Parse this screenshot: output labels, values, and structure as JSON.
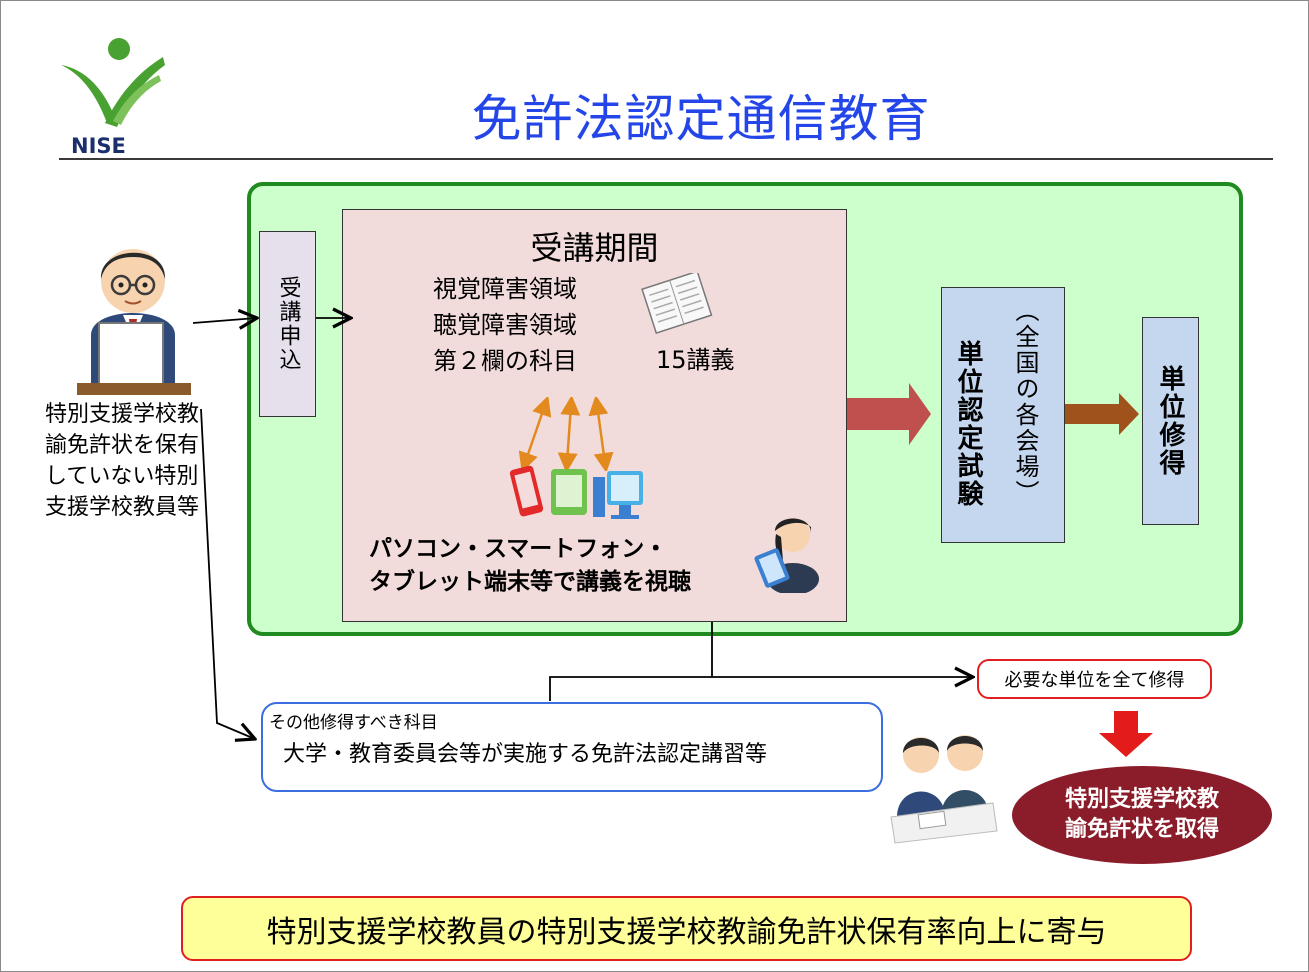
{
  "logo": {
    "text": "NISE"
  },
  "title": "免許法認定通信教育",
  "applicant_label": "特別支援学校教諭免許状を保有していない特別支援学校教員等",
  "apply_label": "受講申込",
  "period": {
    "title": "受講期間",
    "areas": [
      "視覚障害領域",
      "聴覚障害領域",
      "第２欄の科目"
    ],
    "lectures": "15講義",
    "watch_lines": [
      "パソコン・スマートフォン・",
      "タブレット端末等で講義を視聴"
    ]
  },
  "exam": {
    "label": "単位認定試験",
    "note": "（全国の各会場）"
  },
  "credit_label": "単位修得",
  "need_label": "必要な単位を全て修得",
  "other": {
    "heading": "その他修得すべき科目",
    "body": "大学・教育委員会等が実施する免許法認定講習等"
  },
  "license": {
    "line1": "特別支援学校教",
    "line2": "諭免許状を取得"
  },
  "bottom_message": "特別支援学校教員の特別支援学校教諭免許状保有率向上に寄与",
  "colors": {
    "title": "#2446e8",
    "panel": "#ccffcc",
    "panel_border": "#1f8a1f",
    "period": "#f2dcdb",
    "exam": "#c5d7ef",
    "license": "#8b1c2a",
    "highlight": "#ffff99",
    "alert": "#e02020"
  }
}
